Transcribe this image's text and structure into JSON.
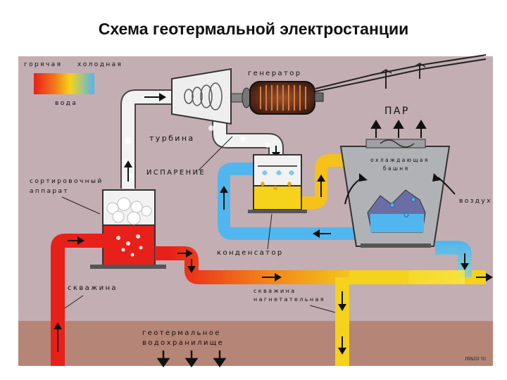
{
  "title": "Схема геотермальной электростанции",
  "legend": {
    "hot": "горячая",
    "cold": "холодная",
    "water": "вода",
    "colors": {
      "hot": "#e8201a",
      "mid": "#f5c21b",
      "cold": "#52b6ee"
    }
  },
  "labels": {
    "generator": "генератор",
    "steam": "ПАР",
    "turbine": "турбина",
    "evaporation": "ИСПАРЕНИЕ",
    "separator_line1": "сортировочный",
    "separator_line2": "аппарат",
    "cooling_tower_line1": "охлаждающая",
    "cooling_tower_line2": "башня",
    "air": "воздух",
    "condenser": "конденсатор",
    "well": "скважина",
    "injection_line1": "скважина",
    "injection_line2": "нагнетательная",
    "reservoir_line1": "геотермальное",
    "reservoir_line2": "водохранилище",
    "credit": "JB&DJ '01"
  },
  "colors": {
    "panel": "#c3aeb3",
    "ground": "#b58577",
    "hot_water": "#e8201a",
    "warm_water": "#f5c21b",
    "cold_water": "#52b6ee",
    "steam": "#f2f2f2"
  }
}
